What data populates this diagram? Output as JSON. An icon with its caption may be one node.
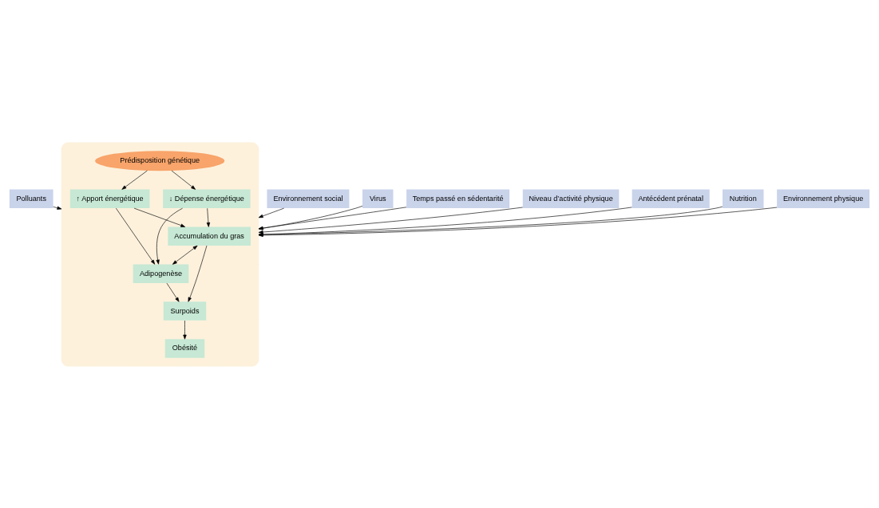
{
  "diagram": {
    "nodes": [
      {
        "text": [
          "Polluants"
        ]
      },
      {
        "text": [
          "Virus"
        ]
      },
      {
        "text": [
          "Temps passé en sédentarité"
        ]
      },
      {
        "text": [
          "Niveau d’activité physique"
        ]
      },
      {
        "text": [
          "Antécédent prénatal"
        ]
      },
      {
        "text": [],
        "shape": "box"
      },
      {
        "text": [
          "↑ Apport énergétique"
        ],
        "in": 5
      },
      {
        "text": [
          "Prédisposition génétique"
        ],
        "in": 5
      },
      {
        "text": [
          "↓ Dépense énergétique"
        ],
        "in": 5
      },
      {
        "text": [
          "Accumulation du gras"
        ],
        "in": 5
      },
      {
        "text": [
          "Adipogenèse"
        ],
        "in": 5
      },
      {
        "text": [
          "Surpoids"
        ],
        "in": 5
      },
      {
        "text": [
          "Obésité"
        ],
        "in": 5
      },
      {
        "text": [
          "Nutrition"
        ]
      },
      {
        "text": [
          "Environnement physique"
        ]
      },
      {
        "text": [
          "Environnement social"
        ]
      }
    ],
    "edges": [
      {
        "from": 0,
        "to": 5,
        "arrow": "to"
      },
      {
        "from": 1,
        "to": 5,
        "arrow": "to"
      },
      {
        "from": 2,
        "to": 5,
        "arrow": "to"
      },
      {
        "from": 3,
        "to": 5,
        "arrow": "to"
      },
      {
        "from": 4,
        "to": 5,
        "arrow": "to"
      },
      {
        "from": 7,
        "to": 6,
        "arrow": "to"
      },
      {
        "from": 7,
        "to": 8,
        "arrow": "to"
      },
      {
        "from": 6,
        "to": 9,
        "arrow": "to"
      },
      {
        "from": 6,
        "to": 10,
        "arrow": "to"
      },
      {
        "from": 8,
        "to": 9,
        "arrow": "to"
      },
      {
        "from": 8,
        "to": 10,
        "arrow": "to"
      },
      {
        "from": 9,
        "to": 10,
        "arrow": "both"
      },
      {
        "from": 9,
        "to": 11,
        "arrow": "to"
      },
      {
        "from": 10,
        "to": 11,
        "arrow": "to"
      },
      {
        "from": 11,
        "to": 12,
        "arrow": "to"
      },
      {
        "from": 13,
        "to": 5,
        "arrow": "to"
      },
      {
        "from": 14,
        "to": 5,
        "arrow": "to"
      },
      {
        "from": 15,
        "to": 5,
        "arrow": "to"
      }
    ]
  }
}
